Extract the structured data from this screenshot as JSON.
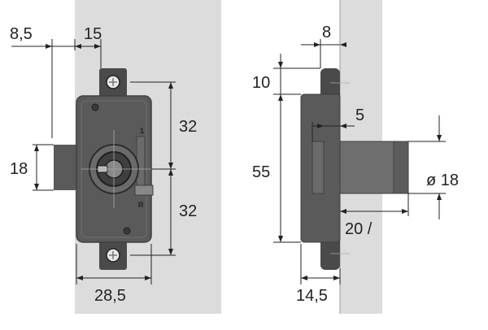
{
  "front_view": {
    "dims": {
      "left_offset": "8,5",
      "top_width": "15",
      "height_left": "18",
      "upper_half": "32",
      "lower_half": "32",
      "body_width": "28,5"
    },
    "markings": {
      "top": "1",
      "bottom": "R"
    }
  },
  "side_view": {
    "dims": {
      "flange": "8",
      "top_gap": "10",
      "height": "55",
      "bolt_recess": "5",
      "diameter": "ø 18",
      "projection": "20 /",
      "depth": "14,5"
    }
  },
  "colors": {
    "panel": "#dcdcdc",
    "panel_edge": "#9a9a9a",
    "body": "#5a5a5a",
    "body_dark": "#3f3f3f",
    "bolt": "#6e6e6e",
    "plate": "#4a4a4a",
    "dim_line": "#222222"
  }
}
